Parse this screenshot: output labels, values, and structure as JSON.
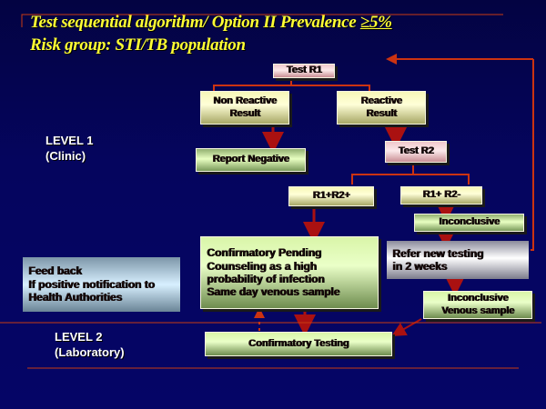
{
  "title": {
    "line1": "Test sequential algorithm/ Option II Prevalence ",
    "line1_symbol": "≥5%",
    "line2": "Risk group: STI/TB population"
  },
  "levels": {
    "level1": {
      "name": "LEVEL 1",
      "sub": "(Clinic)"
    },
    "level2": {
      "name": "LEVEL 2",
      "sub": "(Laboratory)"
    }
  },
  "nodes": {
    "test_r1": "Test R1",
    "non_reactive": [
      "Non Reactive",
      "Result"
    ],
    "reactive": [
      "Reactive",
      "Result"
    ],
    "report_negative": "Report  Negative",
    "test_r2": "Test  R2",
    "r1p_r2p": "R1+R2+",
    "r1p_r2n": "R1+ R2-",
    "inconclusive": "Inconclusive",
    "confirmatory_pending": [
      "Confirmatory Pending",
      "Counseling as a high",
      "probability of infection",
      "Same day venous sample"
    ],
    "refer_new_testing": [
      "Refer new testing",
      "in 2 weeks"
    ],
    "inconclusive_venous": [
      "Inconclusive",
      "Venous sample"
    ],
    "feedback": [
      "Feed back",
      "If positive notification to",
      "Health Authorities"
    ],
    "confirmatory_testing": "Confirmatory Testing"
  },
  "colors": {
    "background": "#05055e",
    "title": "#ffff33",
    "connector": "#cc3311",
    "arrow": "#aa1111"
  }
}
